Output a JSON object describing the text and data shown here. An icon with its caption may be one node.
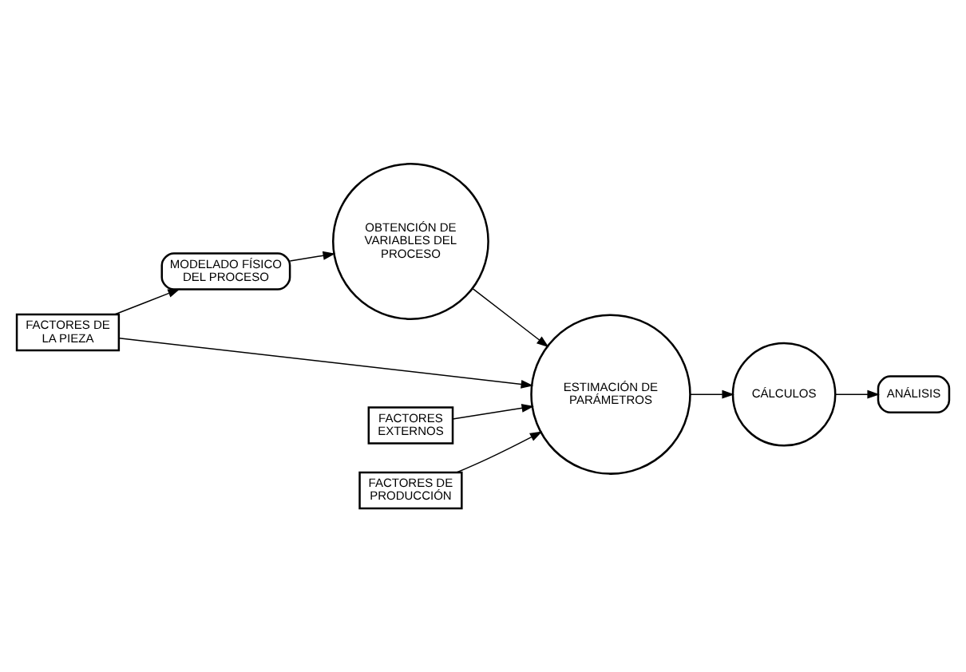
{
  "diagram": {
    "nodes": [
      {
        "text": [
          "MODELADO FÍSICO DEL PROCESO"
        ]
      },
      {
        "text": [
          "OBTENCIÓN DE VARIABLES DEL PROCESO"
        ]
      },
      {
        "text": [
          "FACTORES DE LA PIEZA"
        ]
      },
      {
        "text": [
          "FACTORES EXTERNOS"
        ]
      },
      {
        "text": [
          "ESTIMACIÓN DE PARÁMETROS"
        ]
      },
      {
        "text": [
          "CÁLCULOS"
        ]
      },
      {
        "text": [
          "FACTORES DE PRODUCCIÓN"
        ]
      },
      {
        "text": [
          "ANÁLISIS"
        ]
      }
    ],
    "edges": [
      {
        "from": 2,
        "to": 0,
        "arrow": "to"
      },
      {
        "from": 0,
        "to": 1,
        "arrow": "to"
      },
      {
        "from": 1,
        "to": 4,
        "arrow": "to"
      },
      {
        "from": 2,
        "to": 4,
        "arrow": "to"
      },
      {
        "from": 3,
        "to": 4,
        "arrow": "to"
      },
      {
        "from": 6,
        "to": 4,
        "arrow": "to"
      },
      {
        "from": 4,
        "to": 5,
        "arrow": "to"
      },
      {
        "from": 5,
        "to": 7,
        "arrow": "to"
      }
    ]
  }
}
